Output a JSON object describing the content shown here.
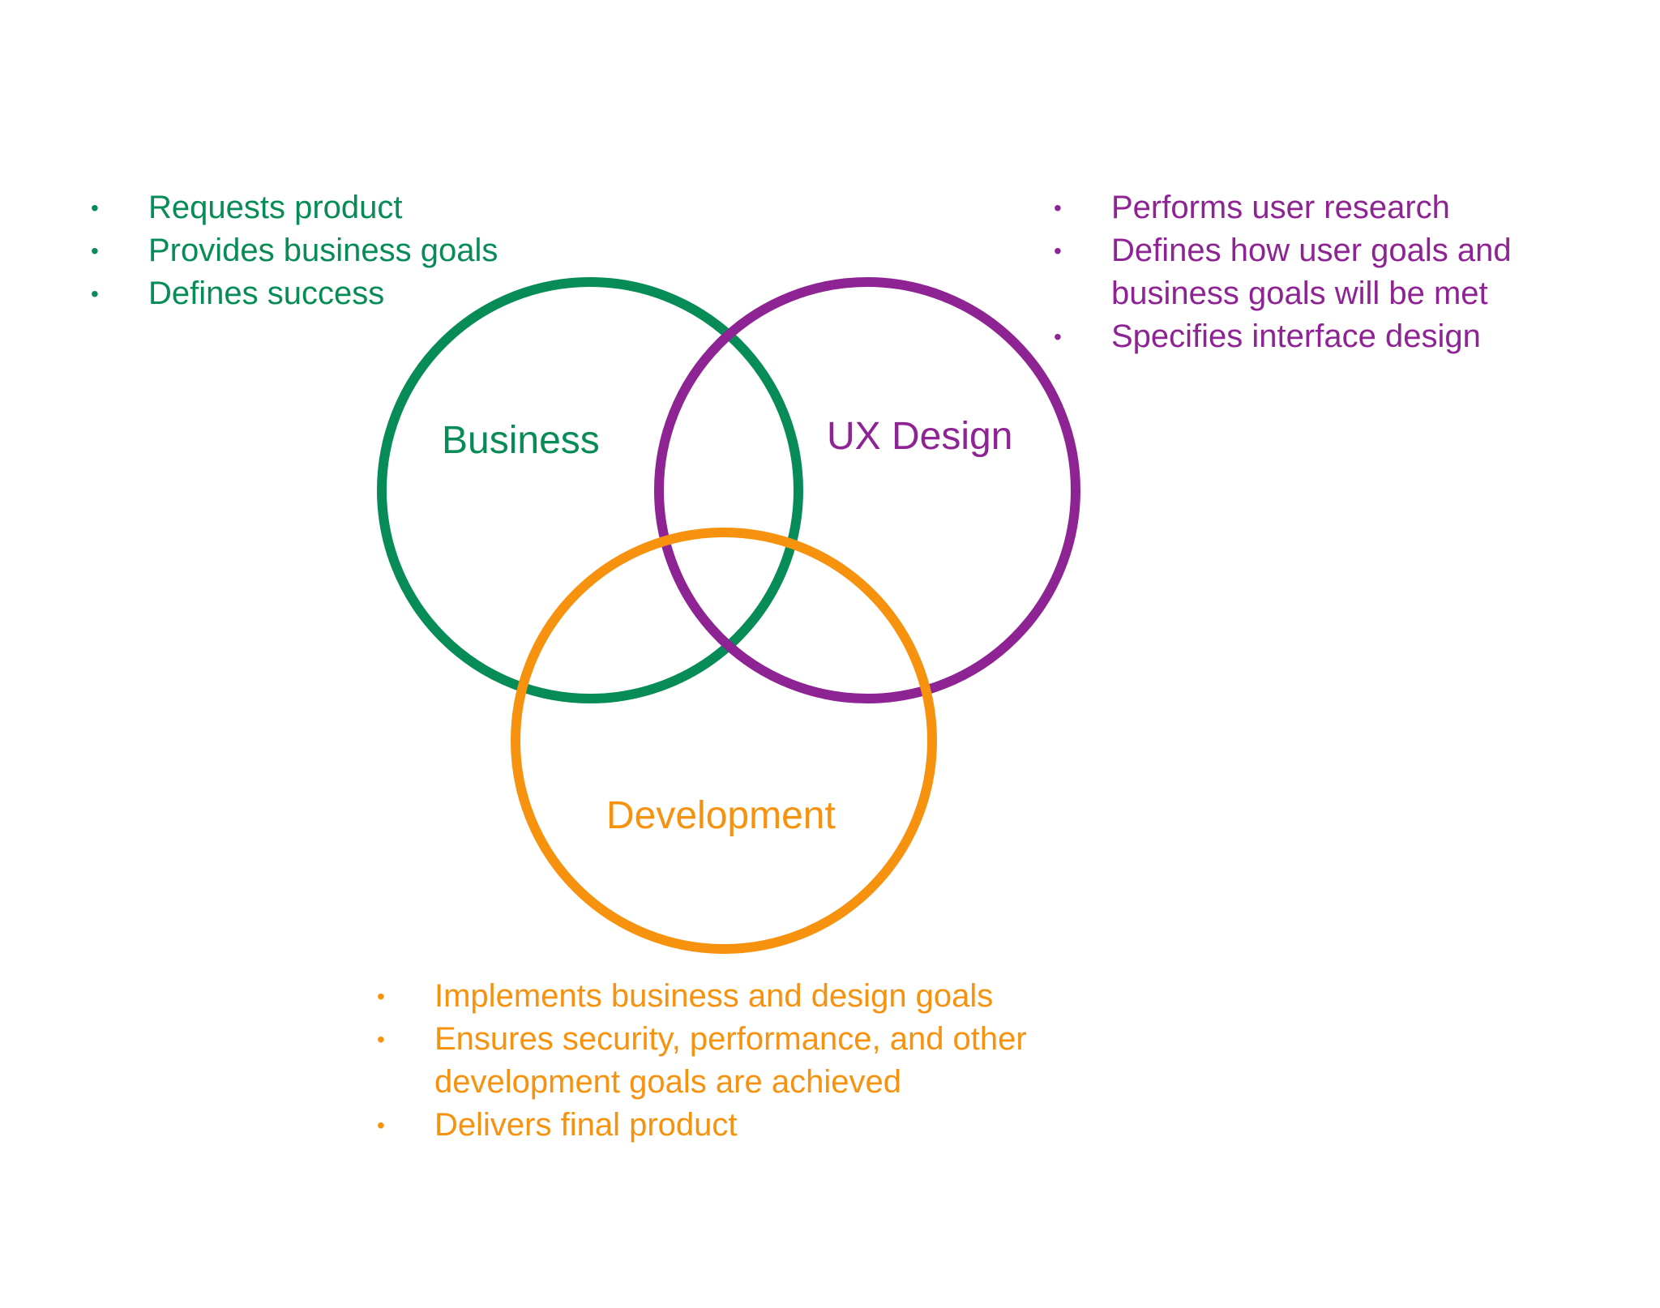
{
  "colors": {
    "business": "#078c57",
    "ux_design": "#8e2493",
    "development": "#f7920f",
    "background": "#ffffff"
  },
  "circles": {
    "business": {
      "label": "Business"
    },
    "ux_design": {
      "label": "UX Design"
    },
    "development": {
      "label": "Development"
    }
  },
  "lists": {
    "business": [
      "Requests product",
      "Provides business goals",
      "Defines success"
    ],
    "ux_design": [
      "Performs user research",
      "Defines how user goals and business goals will be met",
      "Specifies interface design"
    ],
    "development": [
      "Implements business and design goals",
      "Ensures security, performance, and other development goals are achieved",
      "Delivers final product"
    ]
  }
}
